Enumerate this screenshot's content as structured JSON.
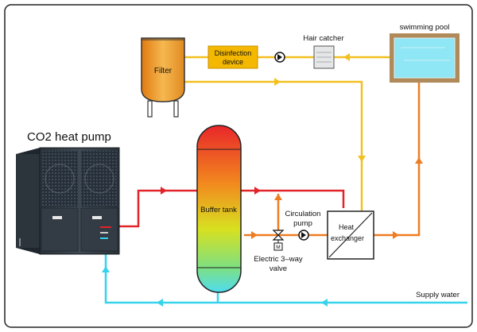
{
  "labels": {
    "heat_pump": "CO2 heat pump",
    "filter": "Filter",
    "disinfection_line1": "Disinfection",
    "disinfection_line2": "device",
    "hair_catcher": "Hair  catcher",
    "swimming_pool": "swimming pool",
    "buffer_tank": "Buffer tank",
    "circulation_line1": "Circulation",
    "circulation_line2": "pump",
    "heat_exchanger_line1": "Heat",
    "heat_exchanger_line2": "exchanger",
    "valve_line1": "Electric 3–way",
    "valve_line2": "valve",
    "valve_symbol": "M",
    "supply_water": "Supply water"
  },
  "colors": {
    "hot_pipe": "#e0242a",
    "warm_pipe": "#ee7d22",
    "pool_pipe": "#f2c020",
    "cold_pipe": "#36d3ea",
    "filter_fill": "#f0a030",
    "disinfection_fill": "#f4b800",
    "pool_water": "#8fe6f4",
    "pool_border": "#b08a5a"
  }
}
